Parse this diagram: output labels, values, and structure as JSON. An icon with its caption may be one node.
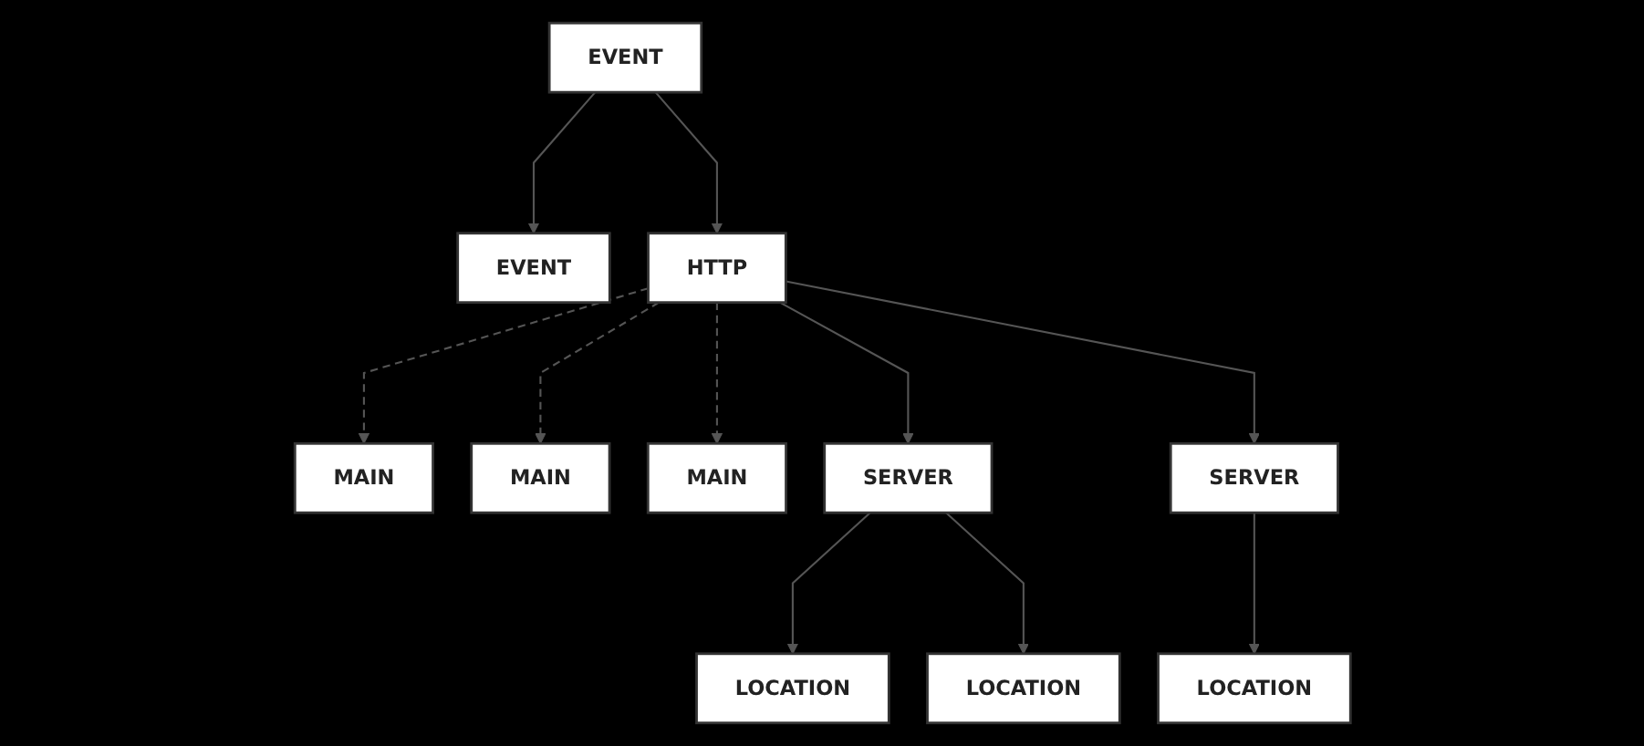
{
  "diagram": {
    "nodes": [
      {
        "text": [
          "EVENT"
        ]
      },
      {
        "text": [
          "HTTP"
        ]
      },
      {
        "text": [
          "EVENT"
        ]
      },
      {
        "text": [
          "MAIN"
        ]
      },
      {
        "text": [
          "MAIN"
        ]
      },
      {
        "text": [
          "MAIN"
        ]
      },
      {
        "text": [
          "SERVER"
        ]
      },
      {
        "text": [
          "SERVER"
        ]
      },
      {
        "text": [
          "LOCATION"
        ]
      },
      {
        "text": [
          "LOCATION"
        ]
      },
      {
        "text": [
          "LOCATION"
        ]
      }
    ],
    "edges": [
      {
        "from": 0,
        "to": 1,
        "arrow": "to"
      },
      {
        "from": 0,
        "to": 2,
        "arrow": "to"
      },
      {
        "from": 1,
        "to": 3,
        "arrow": "to",
        "style": "dashed"
      },
      {
        "from": 1,
        "to": 4,
        "arrow": "to",
        "style": "dashed"
      },
      {
        "from": 1,
        "to": 5,
        "arrow": "to",
        "style": "dashed"
      },
      {
        "from": 1,
        "to": 6,
        "arrow": "to"
      },
      {
        "from": 1,
        "to": 7,
        "arrow": "to"
      },
      {
        "from": 6,
        "to": 8,
        "arrow": "to"
      },
      {
        "from": 6,
        "to": 9,
        "arrow": "to"
      },
      {
        "from": 7,
        "to": 10,
        "arrow": "to"
      }
    ]
  }
}
